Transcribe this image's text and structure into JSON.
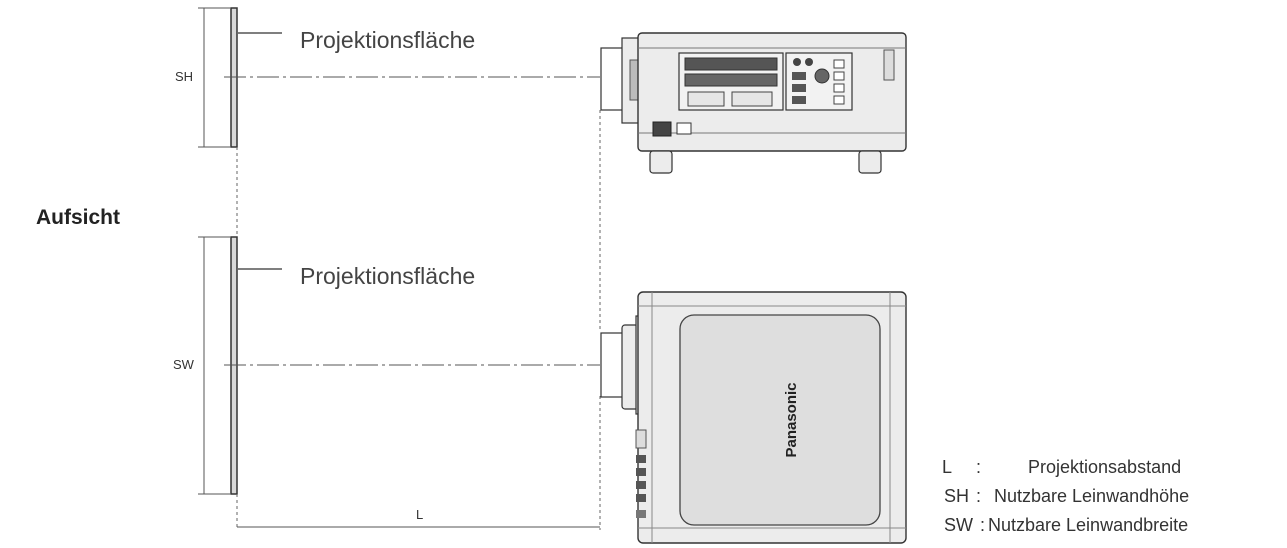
{
  "screen_label_side": "Projektionsfläche",
  "screen_label_top": "Projektionsfläche",
  "section_top_view": "Aufsicht",
  "dim_sh": "SH",
  "dim_sw": "SW",
  "dim_l": "L",
  "brand": "Panasonic",
  "legend": [
    {
      "key": "L",
      "sep": ":",
      "value": "Projektionsabstand"
    },
    {
      "key": "SH",
      "sep": ":",
      "value": "Nutzbare Leinwandhöhe"
    },
    {
      "key": "SW",
      "sep": ":",
      "value": "Nutzbare Leinwandbreite"
    }
  ]
}
